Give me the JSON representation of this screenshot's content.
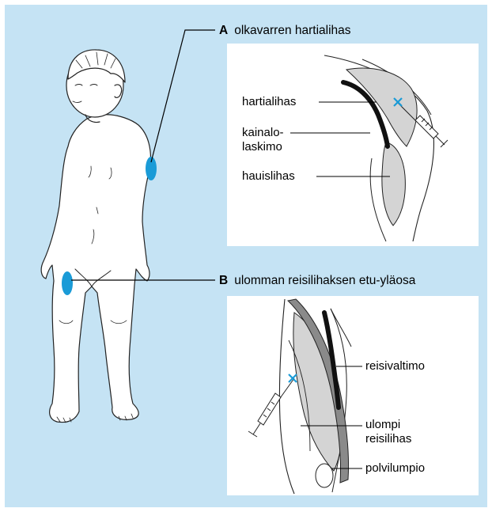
{
  "colors": {
    "background": "#c5e3f4",
    "panel": "#ffffff",
    "muscle": "#d4d4d4",
    "injection_site": "#1a9bd7",
    "x_mark": "#1a9bd7",
    "artery": "#111111"
  },
  "sections": {
    "a": {
      "letter": "A",
      "title": "olkavarren hartialihas"
    },
    "b": {
      "letter": "B",
      "title": "ulomman reisilihaksen etu-yläosa"
    }
  },
  "panel_a": {
    "labels": {
      "deltoid": "hartialihas",
      "axillary_line1": "kainalo-",
      "axillary_line2": "laskimo",
      "biceps": "hauislihas"
    }
  },
  "panel_b": {
    "labels": {
      "femoral_artery": "reisivaltimo",
      "vastus_line1": "ulompi",
      "vastus_line2": "reisilihas",
      "patella": "polvilumpio"
    }
  }
}
